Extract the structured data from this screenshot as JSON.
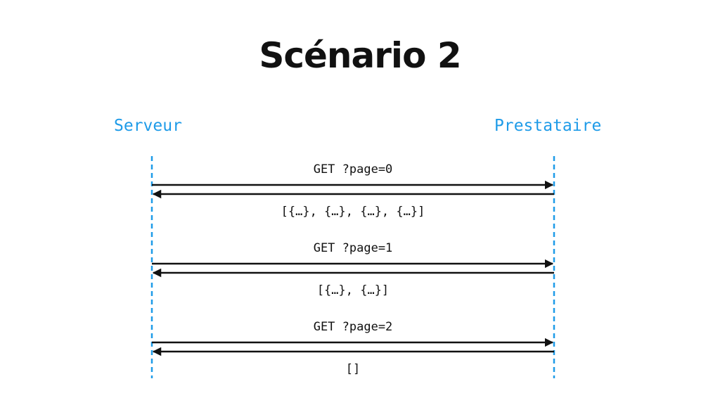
{
  "title": "Scénario 2",
  "participants": {
    "left": "Serveur",
    "right": "Prestataire"
  },
  "exchanges": [
    {
      "request": "GET ?page=0",
      "response": "[{…}, {…}, {…}, {…}]"
    },
    {
      "request": "GET ?page=1",
      "response": "[{…}, {…}]"
    },
    {
      "request": "GET ?page=2",
      "response": "[]"
    }
  ],
  "colors": {
    "accent": "#1e9be8",
    "text": "#111111",
    "arrow": "#111111"
  }
}
